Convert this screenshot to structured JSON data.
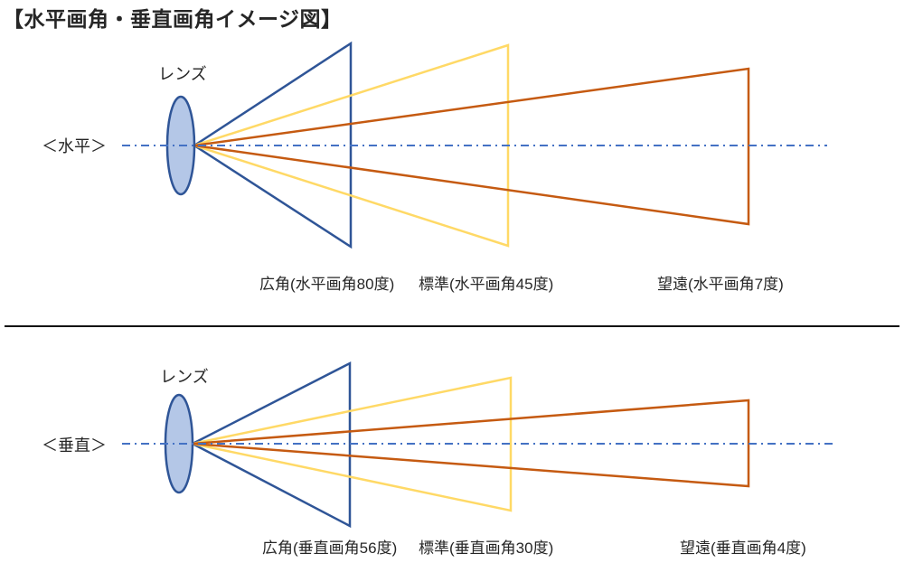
{
  "title": "【水平画角・垂直画角イメージ図】",
  "colors": {
    "wide": "#2F5597",
    "standard": "#FFD966",
    "tele": "#C55A11",
    "axis": "#4472C4",
    "lens_fill": "#B4C7E7",
    "lens_stroke": "#2F5597",
    "divider": "#111111"
  },
  "horizontal": {
    "axis_label": "＜水平＞",
    "lens_label": "レンズ",
    "cones": [
      {
        "name": "wide",
        "label": "広角(水平画角80度)",
        "angle_deg": 80
      },
      {
        "name": "standard",
        "label": "標準(水平画角45度)",
        "angle_deg": 45
      },
      {
        "name": "tele",
        "label": "望遠(水平画角7度)",
        "angle_deg": 7
      }
    ]
  },
  "vertical": {
    "axis_label": "＜垂直＞",
    "lens_label": "レンズ",
    "cones": [
      {
        "name": "wide",
        "label": "広角(垂直画角56度)",
        "angle_deg": 56
      },
      {
        "name": "standard",
        "label": "標準(垂直画角30度)",
        "angle_deg": 30
      },
      {
        "name": "tele",
        "label": "望遠(垂直画角4度)",
        "angle_deg": 4
      }
    ]
  }
}
